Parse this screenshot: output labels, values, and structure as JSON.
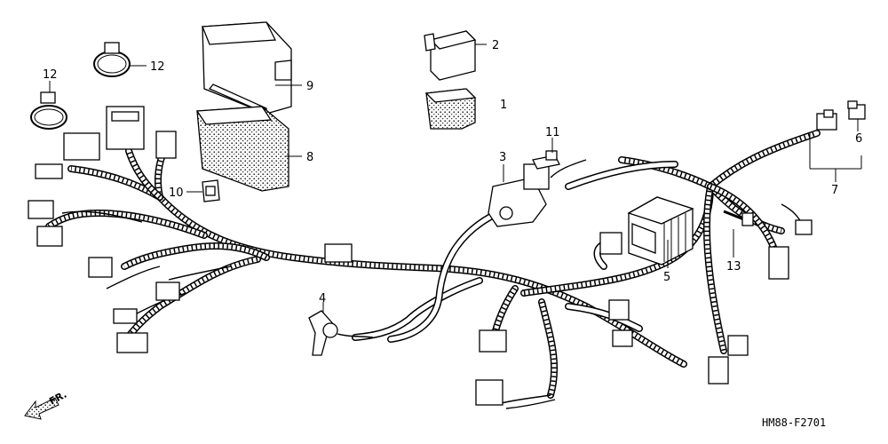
{
  "diagram": {
    "callouts": [
      {
        "id": "c1",
        "label": "1"
      },
      {
        "id": "c2",
        "label": "2"
      },
      {
        "id": "c3",
        "label": "3"
      },
      {
        "id": "c4",
        "label": "4"
      },
      {
        "id": "c5",
        "label": "5"
      },
      {
        "id": "c6",
        "label": "6"
      },
      {
        "id": "c7",
        "label": "7"
      },
      {
        "id": "c8",
        "label": "8"
      },
      {
        "id": "c9",
        "label": "9"
      },
      {
        "id": "c10",
        "label": "10"
      },
      {
        "id": "c11",
        "label": "11"
      },
      {
        "id": "c12a",
        "label": "12"
      },
      {
        "id": "c12b",
        "label": "12"
      },
      {
        "id": "c13",
        "label": "13"
      }
    ],
    "direction_label": "FR.",
    "drawing_code": "HM88-F2701"
  }
}
